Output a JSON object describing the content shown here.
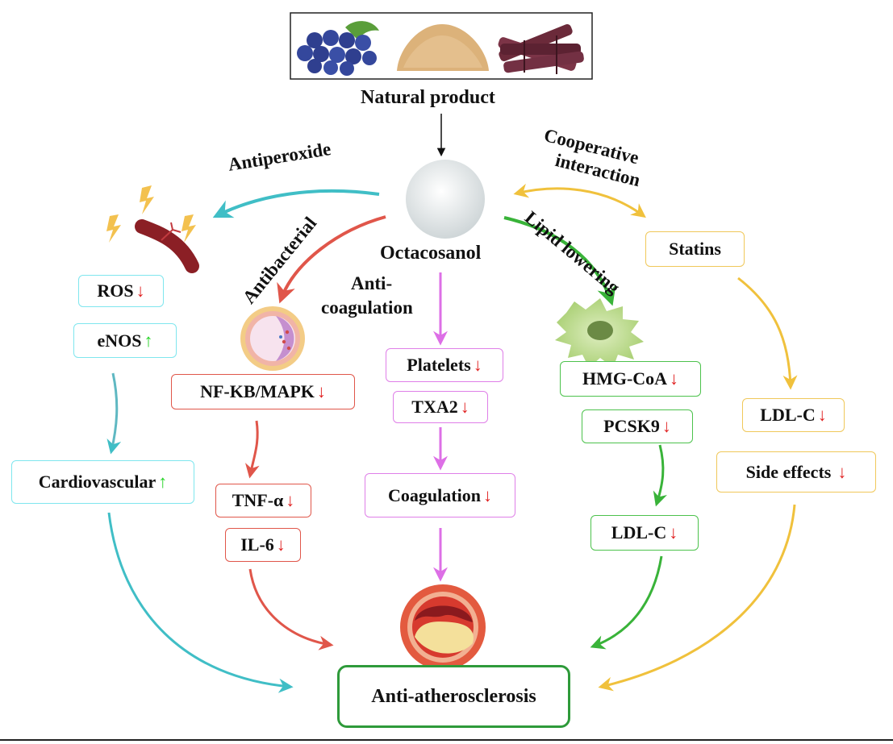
{
  "natural_product_label": "Natural product",
  "center_label": "Octacosanol",
  "pathways": {
    "antiperoxide": {
      "label": "Antiperoxide",
      "color": "#40bec6",
      "markers": [
        {
          "text": "ROS",
          "direction": "down"
        },
        {
          "text": "eNOS",
          "direction": "up"
        }
      ],
      "outcome": {
        "text": "Cardiovascular",
        "direction": "up"
      }
    },
    "antibacterial": {
      "label": "Antibacterial",
      "color": "#e0564a",
      "markers": [
        {
          "text": "NF-KB/MAPK",
          "direction": "down"
        }
      ],
      "outcomes": [
        {
          "text": "TNF-α",
          "direction": "down"
        },
        {
          "text": "IL-6",
          "direction": "down"
        }
      ]
    },
    "anticoagulation": {
      "label_line1": "Anti-",
      "label_line2": "coagulation",
      "color": "#dd6fe6",
      "markers": [
        {
          "text": "Platelets",
          "direction": "down"
        },
        {
          "text": "TXA2",
          "direction": "down"
        }
      ],
      "outcome": {
        "text": "Coagulation",
        "direction": "down"
      }
    },
    "lipid_lowering": {
      "label": "Lipid lowering",
      "color": "#39b339",
      "markers": [
        {
          "text": "HMG-CoA",
          "direction": "down"
        },
        {
          "text": "PCSK9",
          "direction": "down"
        }
      ],
      "outcome": {
        "text": "LDL-C",
        "direction": "down"
      }
    },
    "cooperative_interaction": {
      "label_line1": "Cooperative",
      "label_line2": "interaction",
      "color": "#f0c13c",
      "partner": "Statins",
      "markers": [
        {
          "text": "LDL-C",
          "direction": "down"
        },
        {
          "text": "Side effects",
          "direction": "down"
        }
      ]
    }
  },
  "final_outcome": "Anti-atherosclerosis",
  "arrow_symbols": {
    "down": "↓",
    "up": "↑"
  },
  "colors": {
    "ink": "#111111",
    "down_arrow": "#e02020",
    "up_arrow": "#27d427",
    "final_border": "#2e9a3a"
  }
}
